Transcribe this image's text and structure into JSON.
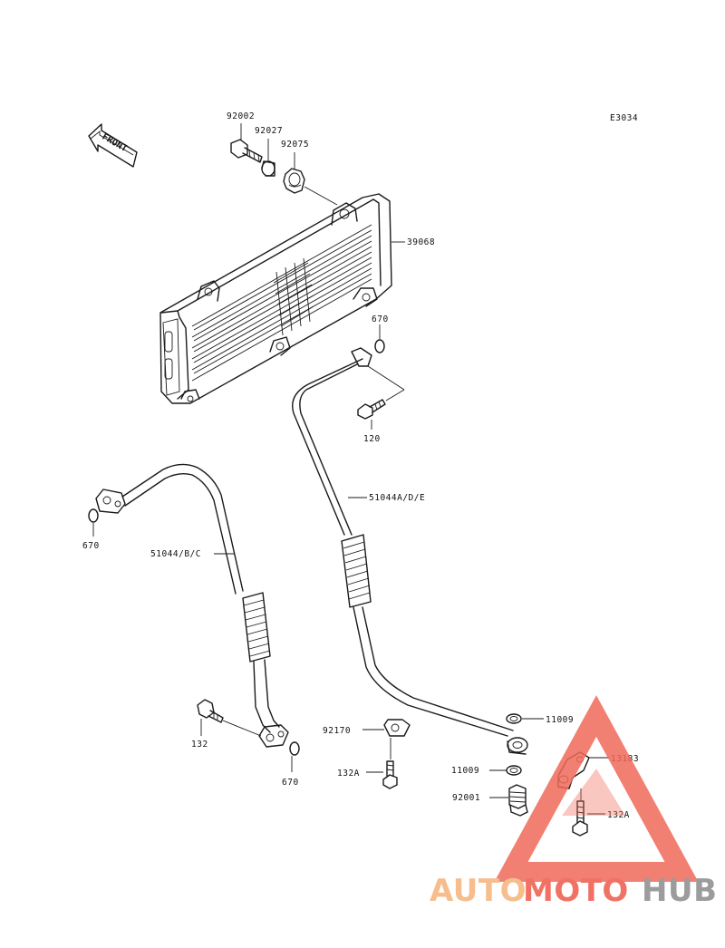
{
  "diagram_code": "E3034",
  "front_label": "FRONT",
  "parts": [
    {
      "id": "p-92002",
      "label": "92002"
    },
    {
      "id": "p-92027",
      "label": "92027"
    },
    {
      "id": "p-92075",
      "label": "92075"
    },
    {
      "id": "p-39068",
      "label": "39068"
    },
    {
      "id": "p-670-a",
      "label": "670"
    },
    {
      "id": "p-120",
      "label": "120"
    },
    {
      "id": "p-51044-ade",
      "label": "51044A/D/E"
    },
    {
      "id": "p-670-b",
      "label": "670"
    },
    {
      "id": "p-51044-bc",
      "label": "51044/B/C"
    },
    {
      "id": "p-132",
      "label": "132"
    },
    {
      "id": "p-670-c",
      "label": "670"
    },
    {
      "id": "p-92170",
      "label": "92170"
    },
    {
      "id": "p-11009-a",
      "label": "11009"
    },
    {
      "id": "p-13183",
      "label": "13183"
    },
    {
      "id": "p-11009-b",
      "label": "11009"
    },
    {
      "id": "p-132a-a",
      "label": "132A"
    },
    {
      "id": "p-92001",
      "label": "92001"
    },
    {
      "id": "p-132a-b",
      "label": "132A"
    }
  ],
  "watermark": {
    "part1": "AUTO",
    "part2": "MOTO",
    "part3": "HUB",
    "color1": "#f5b27a",
    "color2": "#ef5a4a",
    "color3": "#8b8b8b",
    "triangle_color": "#f06a5a"
  }
}
